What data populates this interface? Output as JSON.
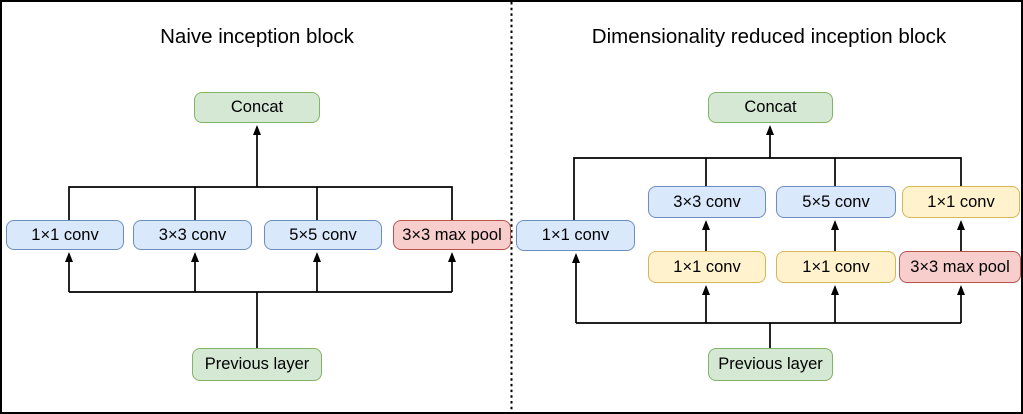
{
  "left": {
    "title": "Naive inception block",
    "concat": "Concat",
    "previous_layer": "Previous layer",
    "branches": [
      "1×1 conv",
      "3×3 conv",
      "5×5 conv",
      "3×3 max pool"
    ]
  },
  "right": {
    "title": "Dimensionality reduced inception block",
    "concat": "Concat",
    "previous_layer": "Previous layer",
    "projection": "1×1 conv",
    "top_row": [
      "3×3 conv",
      "5×5 conv",
      "1×1 conv"
    ],
    "mid_row": [
      "1×1 conv",
      "1×1 conv",
      "3×3 max pool"
    ]
  },
  "colors": {
    "green_fill": "#d5e8d4",
    "green_stroke": "#82b366",
    "blue_fill": "#dae8fc",
    "blue_stroke": "#6c8ebf",
    "yellow_fill": "#fff2cc",
    "yellow_stroke": "#d6b656",
    "red_fill": "#f8cecc",
    "red_stroke": "#b85450",
    "connector": "#000000",
    "divider": "#000000"
  }
}
